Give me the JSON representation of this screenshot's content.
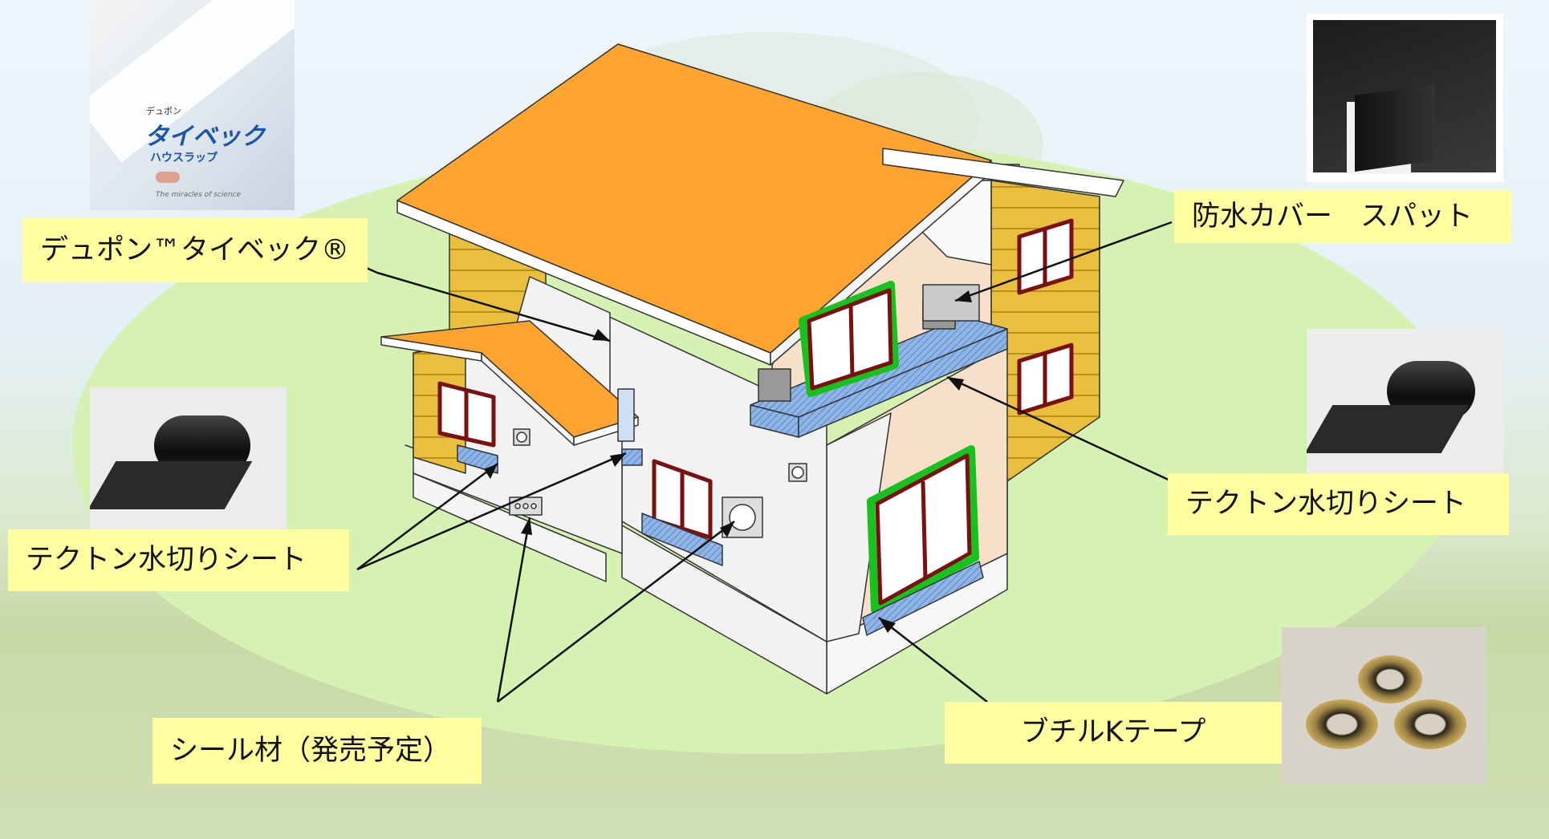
{
  "labels": {
    "tyvek": "デュポン™タイベック®",
    "spat": "防水カバー　スパット",
    "tekton_left": "テクトン水切りシート",
    "tekton_right": "テクトン水切りシート",
    "seal": "シール材（発売予定）",
    "butyl": "ブチルKテープ"
  },
  "tyvek_package": {
    "brand_small": "デュポン",
    "brand_main": "タイベック",
    "brand_sub": "ハウスラップ",
    "tagline": "The miracles of science"
  },
  "colors": {
    "roof": "#ffa52f",
    "wall": "#f2f2f2",
    "siding": "#e9bf3d",
    "label_bg": "#ffffa0",
    "flashing": "#8fb5e6",
    "tape_green": "#18c21e",
    "window_frame": "#7a1010",
    "ellipse": "#d6f2b2"
  }
}
